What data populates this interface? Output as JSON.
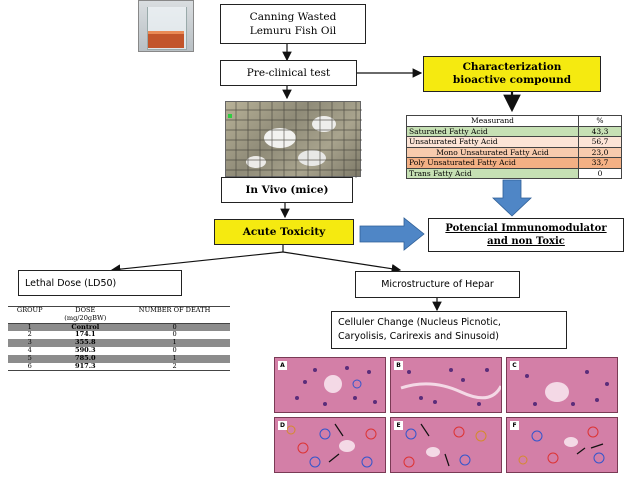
{
  "flow": {
    "canning": [
      "Canning Wasted",
      "Lemuru Fish Oil"
    ],
    "preclinical": "Pre-clinical test",
    "characterization": [
      "Characterization",
      "bioactive compound"
    ],
    "invivo": "In Vivo (mice)",
    "acute": "Acute Toxicity",
    "result": [
      "Potencial Immunomodulator",
      "and non Toxic"
    ],
    "lethal": "Lethal Dose (LD50)",
    "microstructure": "Microstructure of Hepar",
    "cellular": [
      "Celluler Change (Nucleus Picnotic,",
      "Caryolisis, Carirexis and Sinusoid)"
    ]
  },
  "fatty_acid_table": {
    "headers": [
      "Measurand",
      "%"
    ],
    "rows": [
      {
        "name": "Saturated Fatty Acid",
        "value": "43,3",
        "color": "#c6e0b4"
      },
      {
        "name": "Unsaturated Fatty Acid",
        "value": "56,7",
        "color": "#fce4d6"
      },
      {
        "name": "Mono Unsaturated Fatty Acid",
        "value": "23,0",
        "color": "#f8cbad"
      },
      {
        "name": "Poly Unsaturated Fatty Acid",
        "value": "33,7",
        "color": "#f4b084"
      },
      {
        "name": "Trans Fatty Acid",
        "value": "0",
        "color": "#c6e0b4"
      }
    ]
  },
  "ld50_table": {
    "headers": [
      "GROUP",
      "DOSE",
      "(mg/20gBW)",
      "NUMBER OF DEATH"
    ],
    "rows": [
      {
        "group": "1",
        "dose": "Control",
        "death": "0"
      },
      {
        "group": "2",
        "dose": "174.1",
        "death": "0"
      },
      {
        "group": "3",
        "dose": "355.8",
        "death": "1"
      },
      {
        "group": "4",
        "dose": "590.3",
        "death": "0"
      },
      {
        "group": "5",
        "dose": "785.0",
        "death": "1"
      },
      {
        "group": "6",
        "dose": "917.3",
        "death": "2"
      }
    ]
  },
  "panels": [
    "A",
    "B",
    "C",
    "D",
    "E",
    "F"
  ],
  "colors": {
    "highlight": "#f5ea10",
    "arrow_blue": "#4f86c6",
    "tissue": "#d37fa7"
  }
}
